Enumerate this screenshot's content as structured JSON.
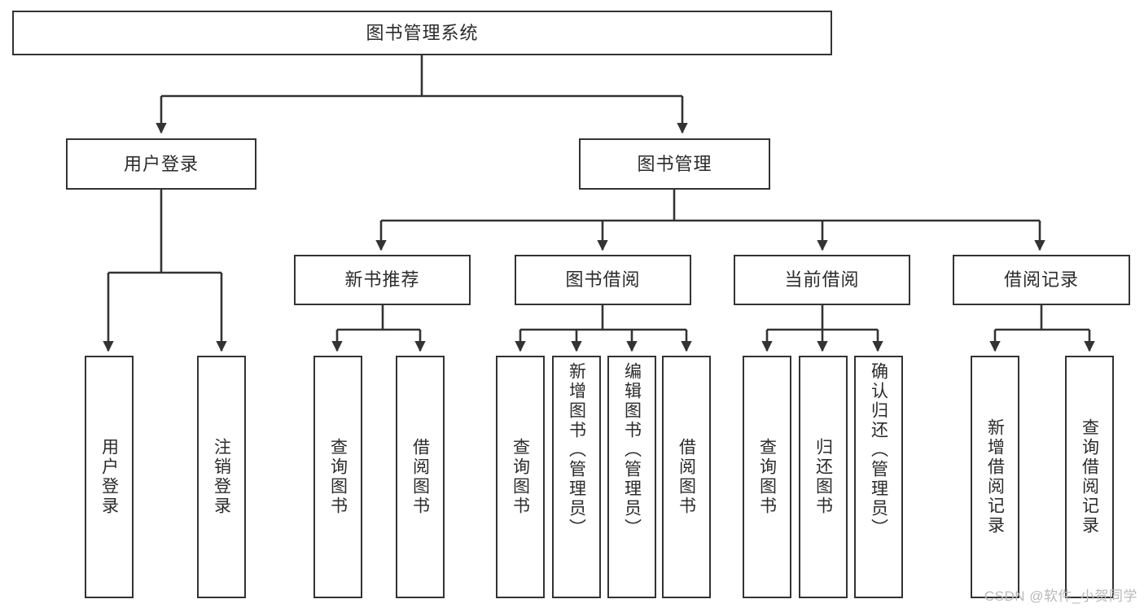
{
  "diagram": {
    "title": "图书管理系统",
    "type": "hierarchy-tree",
    "watermark": "CSDN @软件_小贺同学",
    "colors": {
      "box_border": "#333333",
      "box_fill": "#ffffff",
      "edge": "#333333",
      "text": "#2b2b2b",
      "watermark": "#b9b9b9"
    },
    "nodes": {
      "root": {
        "label": "图书管理系统"
      },
      "level2": [
        {
          "label": "用户登录"
        },
        {
          "label": "图书管理"
        }
      ],
      "level3": [
        {
          "label": "新书推荐"
        },
        {
          "label": "图书借阅"
        },
        {
          "label": "当前借阅"
        },
        {
          "label": "借阅记录"
        }
      ],
      "leaves": {
        "user_login": [
          {
            "label": "用户登录"
          },
          {
            "label": "注销登录"
          }
        ],
        "new_book_recommend": [
          {
            "label": "查询图书"
          },
          {
            "label": "借阅图书"
          }
        ],
        "book_borrow": [
          {
            "label": "查询图书"
          },
          {
            "label": "新增图书（管理员）"
          },
          {
            "label": "编辑图书（管理员）"
          },
          {
            "label": "借阅图书"
          }
        ],
        "current_borrow": [
          {
            "label": "查询图书"
          },
          {
            "label": "归还图书"
          },
          {
            "label": "确认归还（管理员）"
          }
        ],
        "borrow_record": [
          {
            "label": "新增借阅记录"
          },
          {
            "label": "查询借阅记录"
          }
        ]
      }
    }
  }
}
